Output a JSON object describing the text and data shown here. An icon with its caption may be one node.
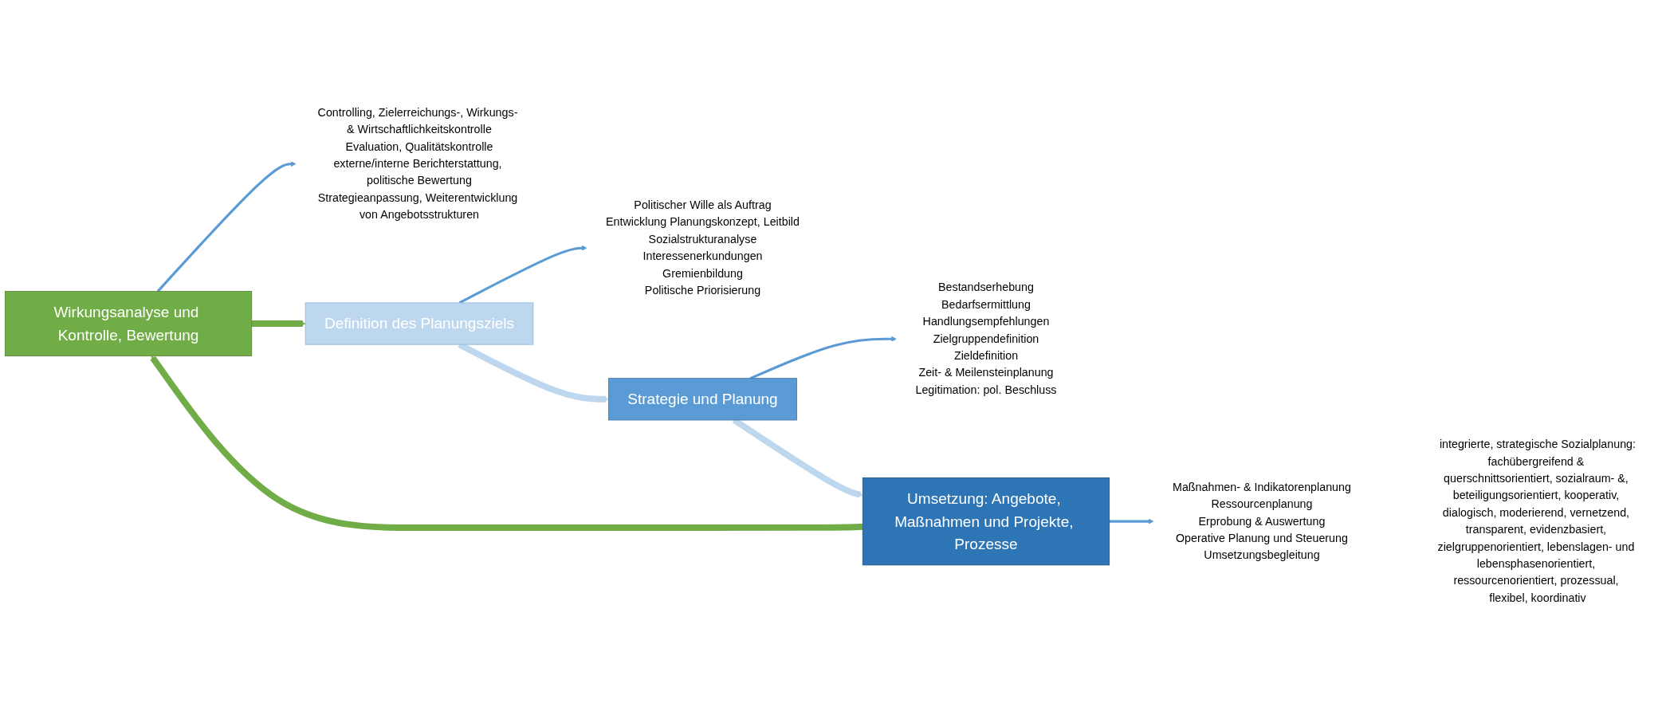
{
  "diagram": {
    "nodes": [
      {
        "text": [
          "Wirkungsanalyse und Kontrolle, Bewertung"
        ]
      },
      {
        "text": [
          "Controlling, Zielerreichungs-, Wirkungs- & Wirtschaftlichkeitskontrolle",
          "Evaluation, Qualitätskontrolle",
          "externe/interne Berichterstattung, politische Bewertung",
          "Strategieanpassung, Weiterentwicklung von Angebotsstrukturen"
        ]
      },
      {
        "text": [
          "Definition des Planungsziels"
        ]
      },
      {
        "text": [
          "Politischer Wille als Auftrag",
          "Entwicklung Planungskonzept, Leitbild",
          "Sozialstrukturanalyse",
          "Interessenerkundungen",
          "Gremienbildung",
          "Politische Priorisierung"
        ]
      },
      {
        "text": [
          "integrierte, strategische Sozialplanung:",
          "fachübergreifend & querschnittsorientiert, sozialraum- &, beteiligungsorientiert, kooperativ, dialogisch, moderierend, vernetzend, transparent, evidenzbasiert, zielgruppenorientiert, lebenslagen- und lebensphasenorientiert, ressourcenorientiert, prozessual, flexibel, koordinativ"
        ]
      },
      {
        "text": [
          "Umsetzung: Angebote, Maßnahmen und Projekte, Prozesse"
        ]
      },
      {
        "text": [
          "Maßnahmen- & Indikatorenplanung",
          "Ressourcenplanung",
          "Erprobung & Auswertung",
          "Operative Planung und Steuerung",
          "Umsetzungsbegleitung"
        ]
      },
      {
        "text": [
          "Strategie und Planung"
        ]
      },
      {
        "text": [
          "Bestandserhebung",
          "Bedarfsermittlung",
          "Handlungsempfehlungen",
          "Zielgruppendefinition",
          "Zieldefinition",
          "Zeit- & Meilensteinplanung",
          "Legitimation: pol. Beschluss"
        ]
      }
    ],
    "edges": [
      {
        "from": 0,
        "to": 1,
        "arrow": "to"
      },
      {
        "from": 2,
        "to": 3,
        "arrow": "to"
      },
      {
        "from": 5,
        "to": 6,
        "arrow": "to"
      },
      {
        "from": 7,
        "to": 8,
        "arrow": "to"
      },
      {
        "from": 0,
        "to": 2,
        "arrow": "to",
        "style": "thick",
        "color": "#70ad47"
      },
      {
        "from": 2,
        "to": 7,
        "arrow": "to",
        "style": "thick",
        "color": "#bdd7ee"
      },
      {
        "from": 7,
        "to": 5,
        "arrow": "to",
        "style": "thick",
        "color": "#bdd7ee"
      },
      {
        "from": 5,
        "to": 0,
        "arrow": "to",
        "style": "thick",
        "color": "#70ad47"
      }
    ]
  }
}
